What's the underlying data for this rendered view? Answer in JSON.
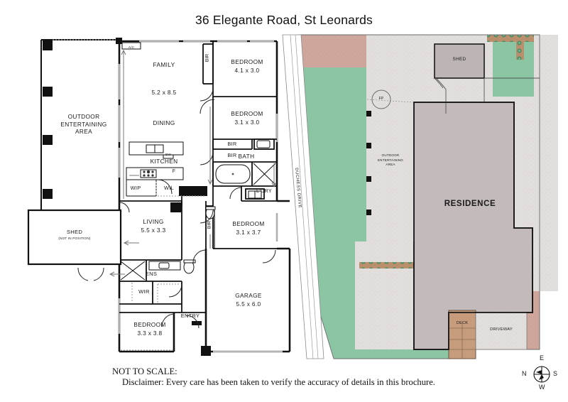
{
  "title": "36 Elegante Road, St Leonards",
  "floorplan": {
    "rooms": [
      {
        "name": "outdoor-entertaining-area",
        "label": "OUTDOOR\nENTERTAINING\nAREA",
        "dims": ""
      },
      {
        "name": "family",
        "label": "FAMILY",
        "dims": "5.2 x 8.5"
      },
      {
        "name": "dining",
        "label": "DINING",
        "dims": ""
      },
      {
        "name": "kitchen",
        "label": "KITCHEN",
        "dims": ""
      },
      {
        "name": "wip",
        "label": "WIP",
        "dims": ""
      },
      {
        "name": "wil",
        "label": "WIL",
        "dims": ""
      },
      {
        "name": "living",
        "label": "LIVING",
        "dims": "5.5 x 3.3"
      },
      {
        "name": "ens",
        "label": "ENS",
        "dims": ""
      },
      {
        "name": "wir",
        "label": "WIR",
        "dims": ""
      },
      {
        "name": "bedroom-main",
        "label": "BEDROOM",
        "dims": "3.3 x 3.8"
      },
      {
        "name": "entry",
        "label": "ENTRY",
        "dims": ""
      },
      {
        "name": "bedroom-1",
        "label": "BEDROOM",
        "dims": "4.1 x 3.0"
      },
      {
        "name": "bedroom-2",
        "label": "BEDROOM",
        "dims": "3.1 x 3.0"
      },
      {
        "name": "bath",
        "label": "BATH",
        "dims": ""
      },
      {
        "name": "ldry",
        "label": "L'DRY",
        "dims": ""
      },
      {
        "name": "bedroom-3",
        "label": "BEDROOM",
        "dims": "3.1 x 3.7"
      },
      {
        "name": "garage",
        "label": "GARAGE",
        "dims": "5.5 x 6.0"
      },
      {
        "name": "shed-floorplan",
        "label": "SHED",
        "dims": "(NOT IN POSITION)"
      }
    ],
    "labels": {
      "ac": "A/C",
      "dw": "DW",
      "fridge": "F",
      "bir_1": "BIR",
      "bir_2": "BIR",
      "bir_3": "BIR",
      "bir_4": "BIR",
      "outdoor_area": "OUTDOOR\nENTERTAINING\nAREA",
      "family": "FAMILY",
      "family_dims": "5.2 x 8.5",
      "dining": "DINING",
      "kitchen": "KITCHEN",
      "wip": "WIP",
      "wil": "WIL",
      "living": "LIVING",
      "living_dims": "5.5 x 3.3",
      "ens": "ENS",
      "wir": "WIR",
      "bed_main": "BEDROOM",
      "bed_main_dims": "3.3 x 3.8",
      "entry": "ENTRY",
      "bed1": "BEDROOM",
      "bed1_dims": "4.1 x 3.0",
      "bed2": "BEDROOM",
      "bed2_dims": "3.1 x 3.0",
      "bath": "BATH",
      "ldry": "L'DRY",
      "bed3": "BEDROOM",
      "bed3_dims": "3.1 x 3.7",
      "garage": "GARAGE",
      "garage_dims": "5.5 x 6.0",
      "shed": "SHED",
      "shed_note": "(NOT IN POSITION)"
    }
  },
  "siteplan": {
    "labels": {
      "residence": "RESIDENCE",
      "shed": "SHED",
      "outdoor_area": "OUTDOOR\nENTERTAINING\nAREA",
      "deck": "DECK",
      "driveway": "DRIVEWAY",
      "fp": "FP",
      "street": "DUCHESS DRIVE"
    },
    "colors": {
      "lawn": "#8cc5a4",
      "paving_pink": "#cfa69c",
      "paving_grey": "#e2dedc",
      "residence": "#c3bbbb",
      "deck": "#c79c7c",
      "hedge_strip": "#b98f6e",
      "shed": "#bdb4b4",
      "road": "#ffffff"
    }
  },
  "footer": {
    "not_to_scale": "NOT TO SCALE:",
    "disclaimer": "Disclaimer: Every care has been taken to verify the accuracy of details in this brochure."
  },
  "compass": {
    "top": "E",
    "left": "N",
    "right": "S",
    "bottom": "W"
  }
}
